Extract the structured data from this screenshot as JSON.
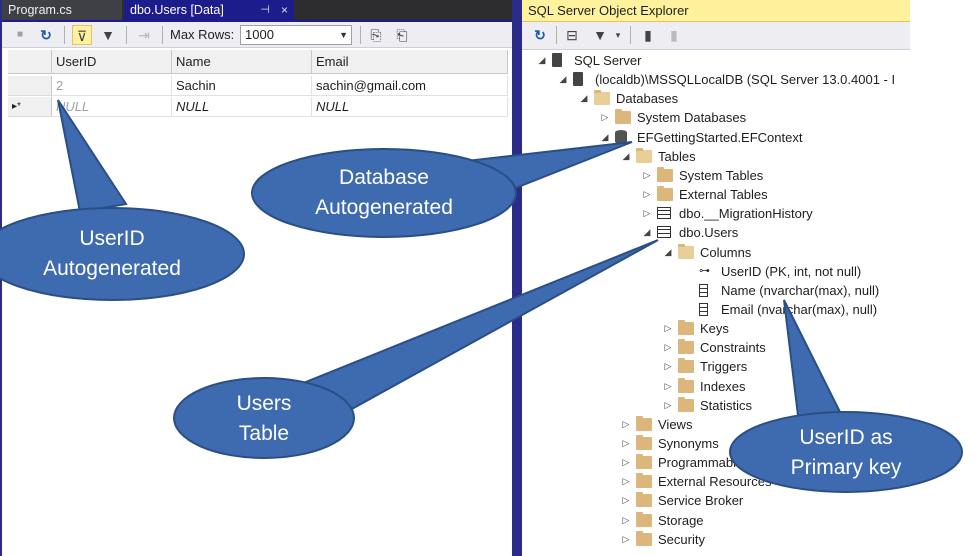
{
  "tabs": {
    "program": "Program.cs",
    "users_data": "dbo.Users [Data]",
    "pin_glyph": "⊣",
    "close_glyph": "×"
  },
  "grid_toolbar": {
    "max_rows_label": "Max Rows:",
    "max_rows_value": "1000"
  },
  "grid": {
    "columns": [
      "UserID",
      "Name",
      "Email"
    ],
    "rows": [
      {
        "row_marker": "",
        "cells": [
          "2",
          "Sachin",
          "sachin@gmail.com"
        ]
      },
      {
        "row_marker": "▸*",
        "cells": [
          "NULL",
          "NULL",
          "NULL"
        ]
      }
    ]
  },
  "object_explorer": {
    "title": "SQL Server Object Explorer",
    "nodes": [
      {
        "label": "SQL Server",
        "icon": "sql-server-icon",
        "expander": "◢"
      },
      {
        "label": "(localdb)\\MSSQLLocalDB (SQL Server 13.0.4001 - I",
        "icon": "server-instance-icon",
        "expander": "◢"
      },
      {
        "label": "Databases",
        "icon": "folder-open-icon",
        "expander": "◢"
      },
      {
        "label": "System Databases",
        "icon": "folder-icon",
        "expander": "▷"
      },
      {
        "label": "EFGettingStarted.EFContext",
        "icon": "database-icon",
        "expander": "◢"
      },
      {
        "label": "Tables",
        "icon": "folder-open-icon",
        "expander": "◢"
      },
      {
        "label": "System Tables",
        "icon": "folder-icon",
        "expander": "▷"
      },
      {
        "label": "External Tables",
        "icon": "folder-icon",
        "expander": "▷"
      },
      {
        "label": "dbo.__MigrationHistory",
        "icon": "table-icon",
        "expander": "▷"
      },
      {
        "label": "dbo.Users",
        "icon": "table-icon",
        "expander": "◢"
      },
      {
        "label": "Columns",
        "icon": "folder-open-icon",
        "expander": "◢"
      },
      {
        "label": "UserID (PK, int, not null)",
        "icon": "primary-key-icon",
        "expander": ""
      },
      {
        "label": "Name (nvarchar(max), null)",
        "icon": "column-icon",
        "expander": ""
      },
      {
        "label": "Email (nvarchar(max), null)",
        "icon": "column-icon",
        "expander": ""
      },
      {
        "label": "Keys",
        "icon": "folder-icon",
        "expander": "▷"
      },
      {
        "label": "Constraints",
        "icon": "folder-icon",
        "expander": "▷"
      },
      {
        "label": "Triggers",
        "icon": "folder-icon",
        "expander": "▷"
      },
      {
        "label": "Indexes",
        "icon": "folder-icon",
        "expander": "▷"
      },
      {
        "label": "Statistics",
        "icon": "folder-icon",
        "expander": "▷"
      },
      {
        "label": "Views",
        "icon": "folder-icon",
        "expander": "▷"
      },
      {
        "label": "Synonyms",
        "icon": "folder-icon",
        "expander": "▷"
      },
      {
        "label": "Programmability",
        "icon": "folder-icon",
        "expander": "▷"
      },
      {
        "label": "External Resources",
        "icon": "folder-icon",
        "expander": "▷"
      },
      {
        "label": "Service Broker",
        "icon": "folder-icon",
        "expander": "▷"
      },
      {
        "label": "Storage",
        "icon": "folder-icon",
        "expander": "▷"
      },
      {
        "label": "Security",
        "icon": "folder-icon",
        "expander": "▷"
      }
    ]
  },
  "callouts": {
    "database": [
      "Database",
      "Autogenerated"
    ],
    "userid": [
      "UserID",
      "Autogenerated"
    ],
    "users_table": [
      "Users",
      "Table"
    ],
    "primary_key": [
      "UserID as",
      "Primary key"
    ]
  },
  "colors": {
    "callout_fill": "#3e6aaf",
    "callout_stroke": "#2a4f86",
    "tab_active": "#1c1c8c",
    "title_highlight": "#fff29d",
    "folder": "#dcb67a"
  }
}
